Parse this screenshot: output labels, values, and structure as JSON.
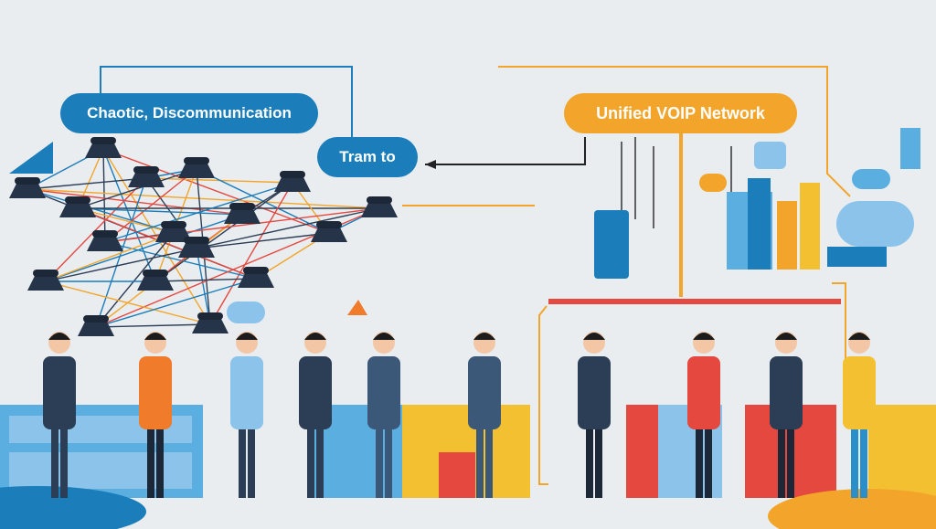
{
  "labels": {
    "chaotic": "Chaotic, Discommunication",
    "transition": "Tram to",
    "unified": "Unified VOIP Network"
  },
  "colors": {
    "background": "#eaedf0",
    "blue": "#1b7db9",
    "orange": "#f2a52a",
    "red": "#e5483f",
    "light_blue": "#5aaee0",
    "navy": "#2c3e55"
  },
  "icons": [
    "desk-phone-icon",
    "cloud-icon",
    "server-icon",
    "arrow-icon"
  ]
}
